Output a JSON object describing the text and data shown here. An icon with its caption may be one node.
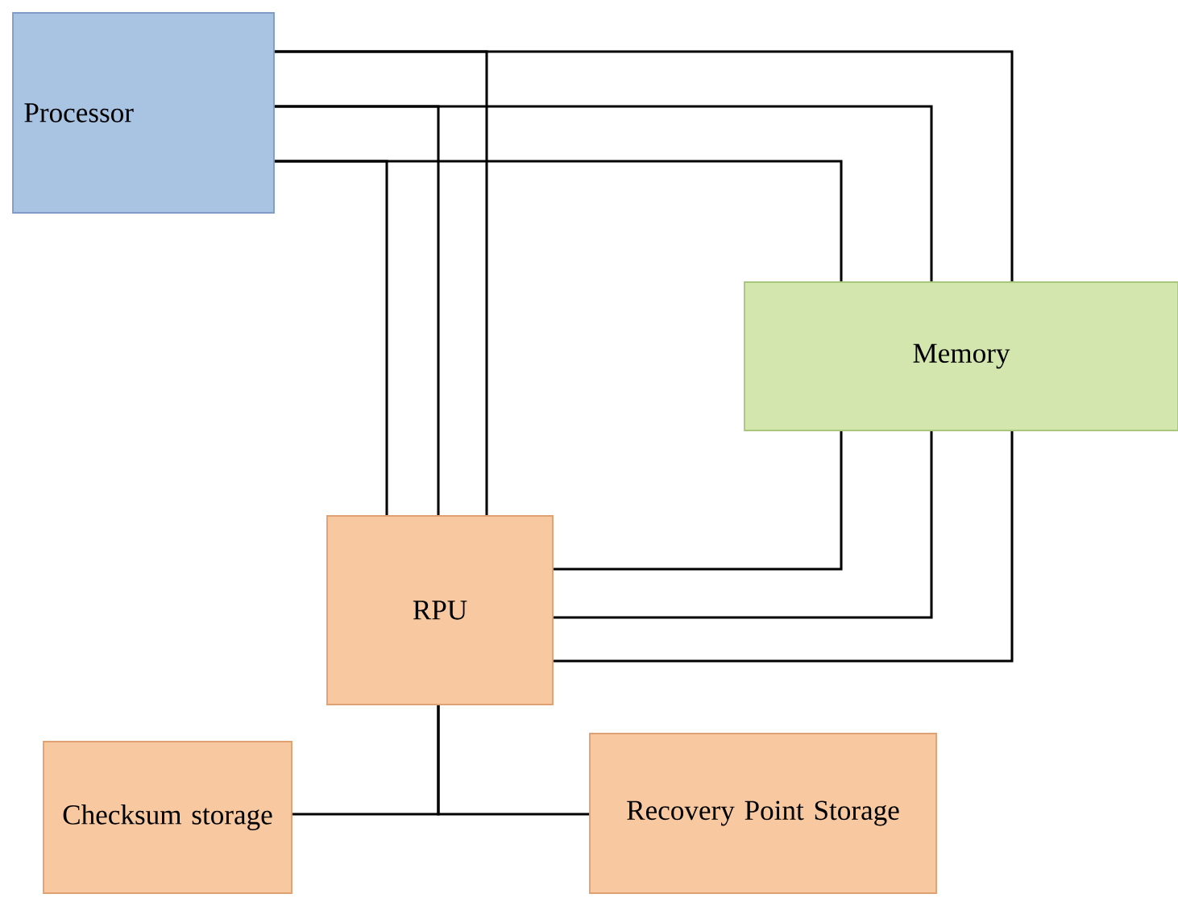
{
  "diagram": {
    "nodes": [
      {
        "text": [
          "Processor"
        ]
      },
      {
        "text": [
          "Memory"
        ]
      },
      {
        "text": [
          "RPU"
        ]
      },
      {
        "text": [
          "Checksum storage"
        ]
      },
      {
        "text": [
          "Recovery Point Storage"
        ]
      }
    ],
    "edges": [
      {
        "from": 0,
        "to": 1,
        "arrow": "none"
      },
      {
        "from": 0,
        "to": 1,
        "arrow": "none"
      },
      {
        "from": 0,
        "to": 1,
        "arrow": "none"
      },
      {
        "from": 0,
        "to": 2,
        "arrow": "none"
      },
      {
        "from": 0,
        "to": 2,
        "arrow": "none"
      },
      {
        "from": 0,
        "to": 2,
        "arrow": "none"
      },
      {
        "from": 1,
        "to": 2,
        "arrow": "none"
      },
      {
        "from": 1,
        "to": 2,
        "arrow": "none"
      },
      {
        "from": 1,
        "to": 2,
        "arrow": "none"
      },
      {
        "from": 2,
        "to": 3,
        "arrow": "none"
      },
      {
        "from": 2,
        "to": 4,
        "arrow": "none"
      }
    ]
  }
}
